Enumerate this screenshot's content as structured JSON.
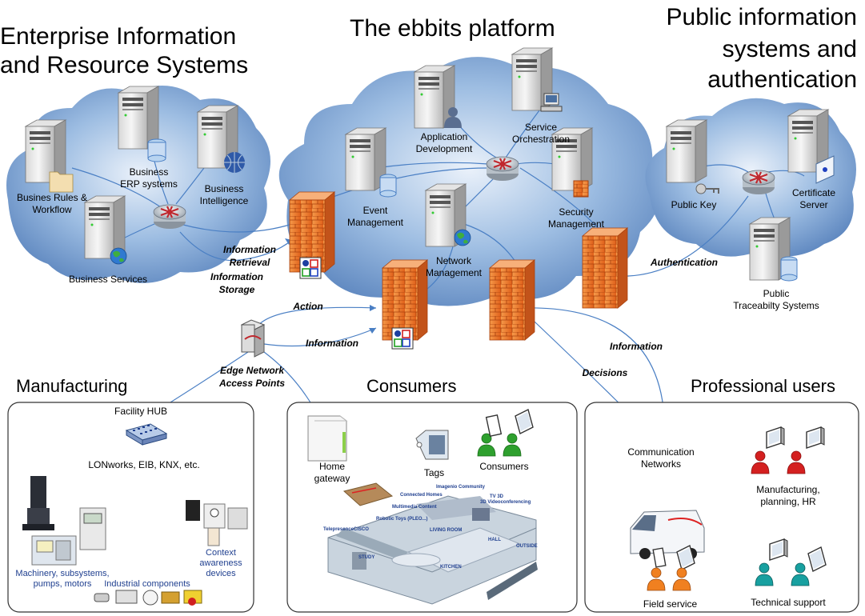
{
  "headings": {
    "enterprise": [
      "Enterprise Information",
      "and Resource Systems"
    ],
    "platform": "The ebbits platform",
    "public": [
      "Public information",
      "systems and",
      "authentication"
    ],
    "manufacturing": "Manufacturing",
    "consumers": "Consumers",
    "professional": "Professional users"
  },
  "enterprise_nodes": {
    "rules": [
      "Busines Rules &",
      "Workflow"
    ],
    "erp": [
      "Business",
      "ERP systems"
    ],
    "intelligence": [
      "Business",
      "Intelligence"
    ],
    "services": "Business Services"
  },
  "platform_nodes": {
    "appdev": [
      "Application",
      "Development"
    ],
    "orchestration": [
      "Service",
      "Orchestration"
    ],
    "event": [
      "Event",
      "Management"
    ],
    "security": [
      "Security",
      "Management"
    ],
    "network": [
      "Network",
      "Management"
    ]
  },
  "public_nodes": {
    "publickey": "Public Key",
    "certificate": [
      "Certificate",
      "Server"
    ],
    "traceability": [
      "Public",
      "Traceabilty Systems"
    ]
  },
  "flows": {
    "info_retrieval": [
      "Information",
      "Retrieval"
    ],
    "info_storage": [
      "Information",
      "Storage"
    ],
    "authentication": "Authentication",
    "action": "Action",
    "information_left": "Information",
    "information_right": "Information",
    "decisions": "Decisions",
    "edge": [
      "Edge Network",
      "Access Points"
    ]
  },
  "manufacturing": {
    "hub": "Facility HUB",
    "bus": "LONworks, EIB, KNX, etc.",
    "machinery": [
      "Machinery, subsystems,",
      "pumps, motors"
    ],
    "industrial": "Industrial components",
    "context": [
      "Context",
      "awareness",
      "devices"
    ]
  },
  "consumers": {
    "gateway": [
      "Home",
      "gateway"
    ],
    "tags": "Tags",
    "consumers_label": "Consumers",
    "home_labels": [
      "Connected Homes",
      "Imagenio Community",
      "Multimedia Content",
      "TV 3D",
      "3D Videoconferencing",
      "Robotic Toys (PLEO...)",
      "TelepresenceCISCO",
      "LIVING ROOM",
      "HALL",
      "OUTSIDE",
      "STUDY",
      "KITCHEN"
    ]
  },
  "professional": {
    "comm": [
      "Communication",
      "Networks"
    ],
    "mfg": [
      "Manufacturing,",
      "planning, HR"
    ],
    "field": "Field service",
    "tech": "Technical support"
  },
  "colors": {
    "cloud": "#8fb0d8",
    "firewall": "#f07a2a",
    "line": "#4a7fc4",
    "person_green": "#2ea02e",
    "person_red": "#d42020",
    "person_orange": "#f08020",
    "person_teal": "#18a0a0"
  }
}
